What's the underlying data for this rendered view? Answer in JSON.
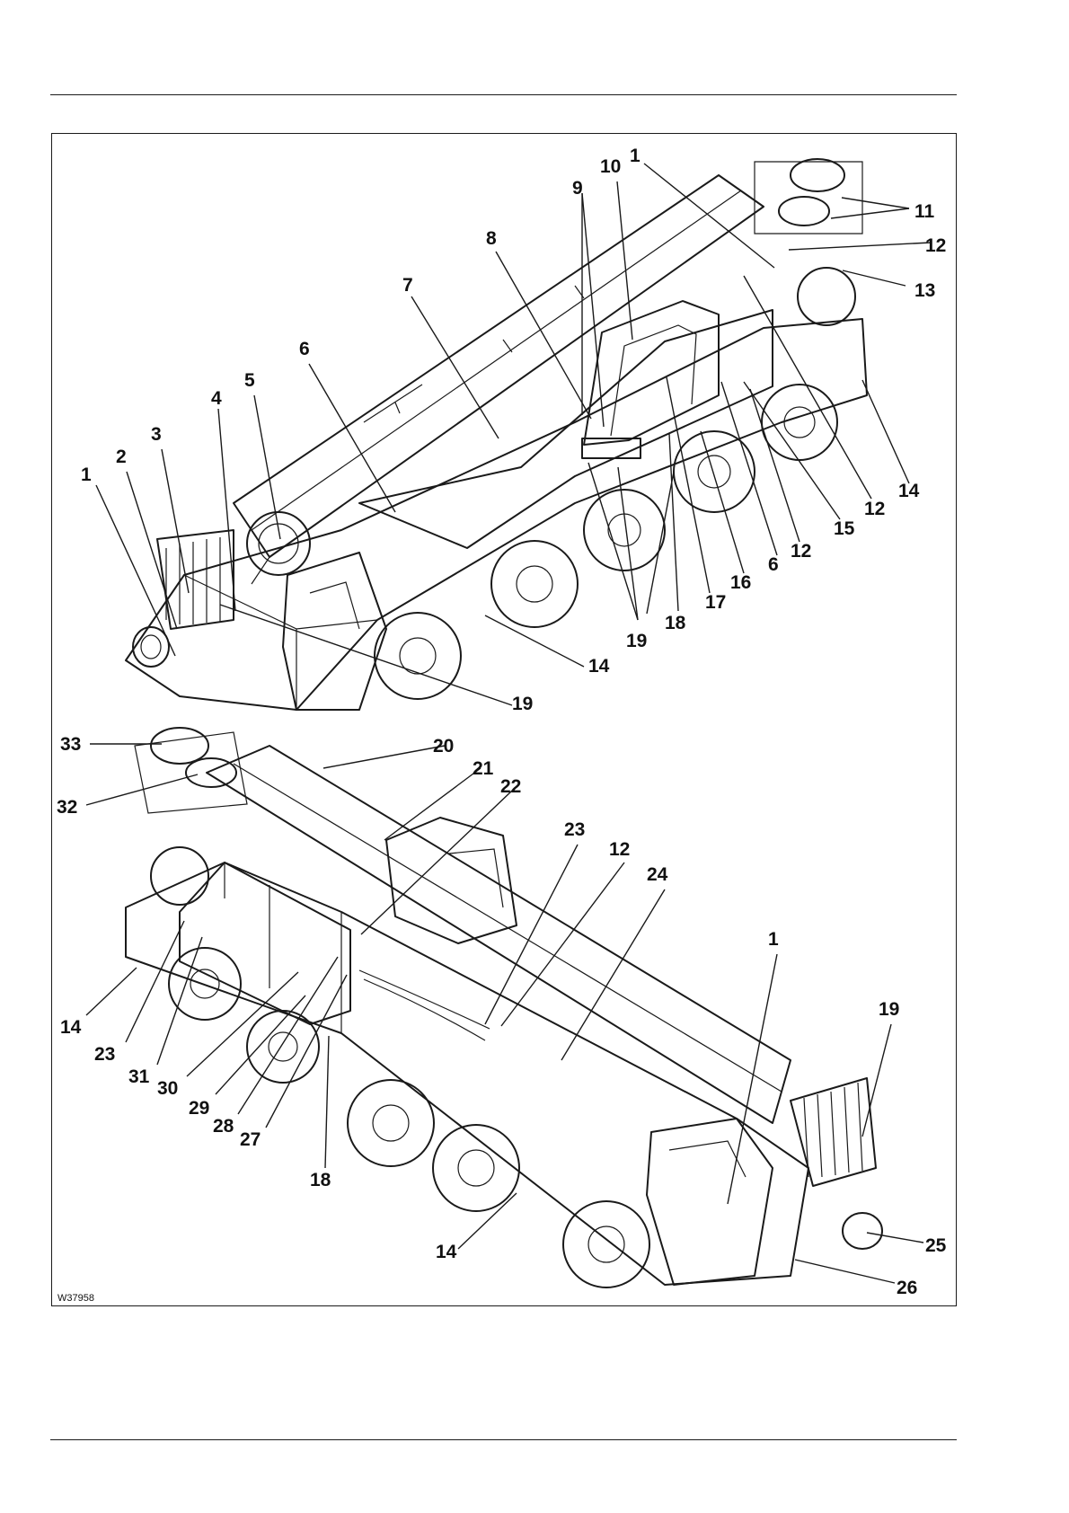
{
  "figure": {
    "id": "W37958",
    "callouts": [
      "1",
      "2",
      "3",
      "4",
      "5",
      "6",
      "7",
      "8",
      "9",
      "10",
      "1",
      "11",
      "12",
      "13",
      "14",
      "12",
      "15",
      "12",
      "6",
      "16",
      "17",
      "18",
      "19",
      "14",
      "19",
      "33",
      "20",
      "32",
      "21",
      "22",
      "23",
      "12",
      "24",
      "1",
      "19",
      "14",
      "23",
      "31",
      "30",
      "29",
      "28",
      "27",
      "18",
      "14",
      "25",
      "26"
    ]
  }
}
